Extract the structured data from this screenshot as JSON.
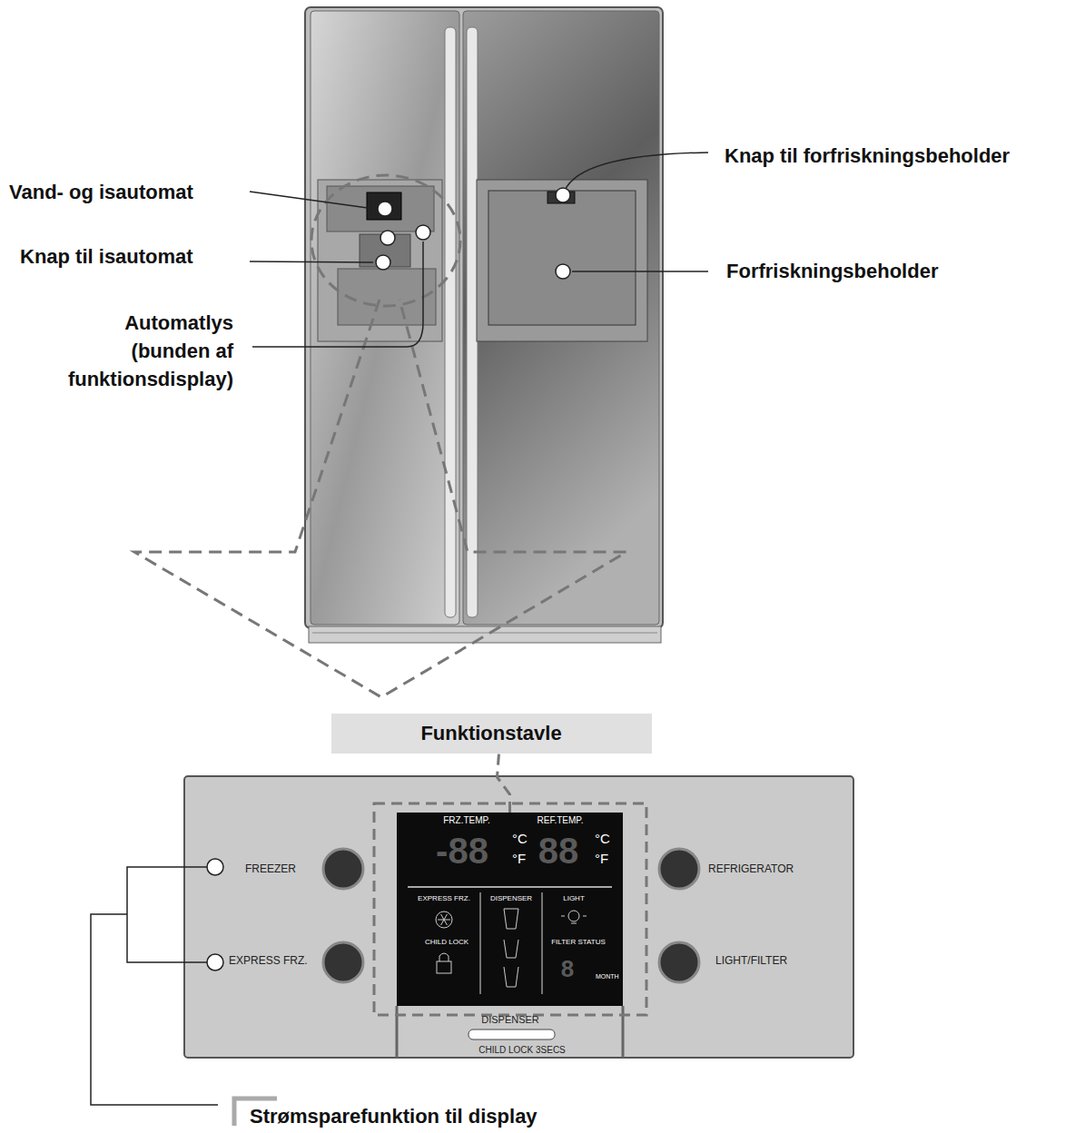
{
  "diagram": {
    "nodes": [
      {
        "text": [
          "Funktionstavle"
        ]
      },
      {
        "text": [
          "FREEZER",
          "EXPRESS FRZ.",
          "REFRIGERATOR",
          "LIGHT/FILTER",
          "DISPENSER",
          "CHILD LOCK 3SECS"
        ]
      },
      {
        "text": [
          "FRZ.TEMP.",
          "REF.TEMP.",
          "-88",
          "°C",
          "°F",
          "88",
          "°C",
          "°F",
          "EXPRESS FRZ.",
          "DISPENSER",
          "LIGHT",
          "CHILD LOCK",
          "FILTER STATUS",
          "8",
          "MONTH"
        ],
        "in": 1
      }
    ],
    "edges": [
      {
        "from": 2,
        "to": 0,
        "arrow": "none"
      }
    ],
    "labels": [
      "Vand- og isautomat",
      "Knap til isautomat",
      "Automatlys (bunden af funktionsdisplay)",
      "Knap til forfriskningsbeholder",
      "Forfriskningsbeholder",
      "Strømsparefunktion til display"
    ]
  }
}
